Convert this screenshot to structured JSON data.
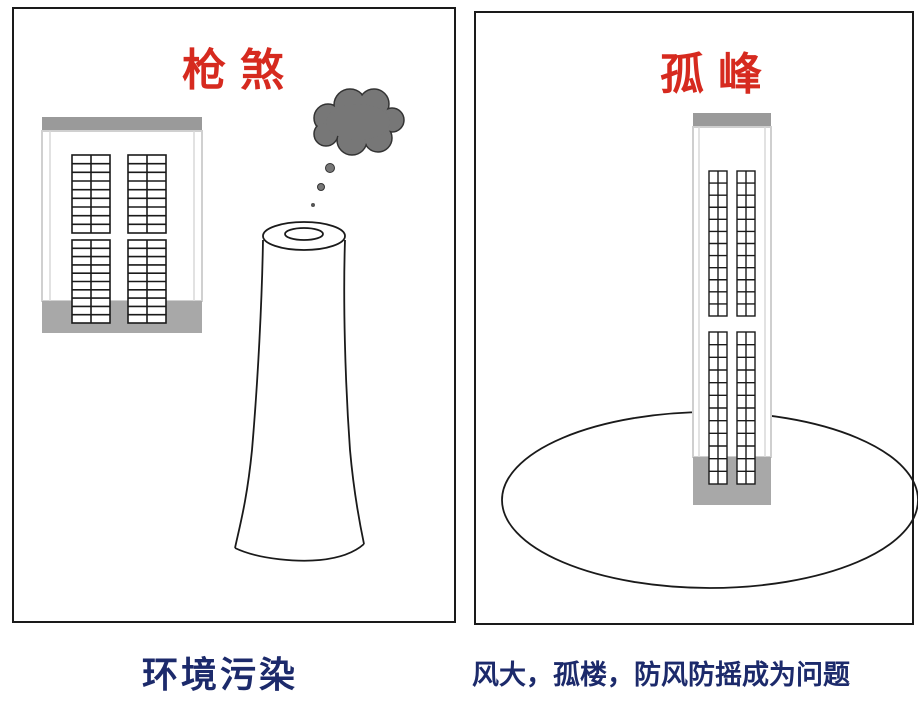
{
  "left_panel": {
    "title": "枪煞",
    "caption": "环境污染"
  },
  "right_panel": {
    "title": "孤峰",
    "caption": "风大，孤楼，防风防摇成为问题"
  },
  "colors": {
    "title": "#d62a1f",
    "caption": "#1c2a6b",
    "roof": "#9a9a9a",
    "smoke": "#777777",
    "line": "#1a1a1a"
  },
  "icons": [
    "building-icon",
    "chimney-icon",
    "smoke-cloud-icon",
    "tower-icon",
    "ground-ellipse-icon"
  ]
}
